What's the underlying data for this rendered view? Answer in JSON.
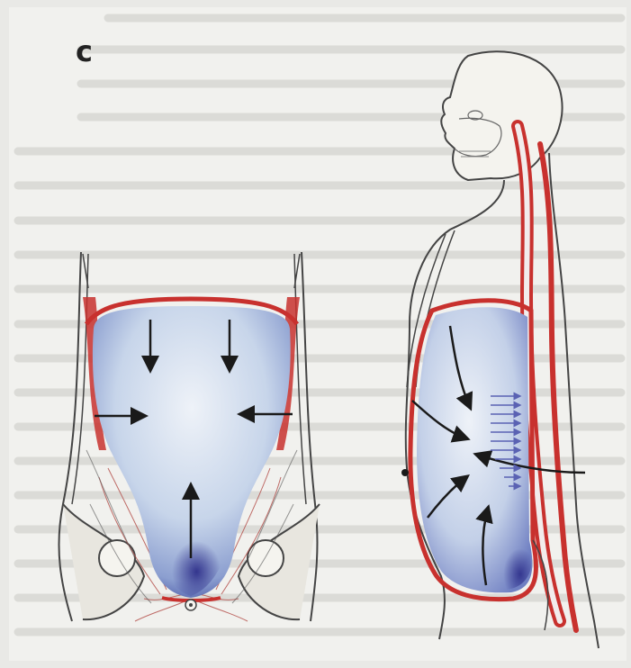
{
  "panel_label": "c",
  "figure": {
    "left_view": "front-view-abdomen-pressure-arrows",
    "right_view": "side-view-body-abdomen-spine"
  },
  "colors": {
    "page": "#f1f1ee",
    "cavity_fill": "#c9d6ea",
    "cavity_shadow": "#3b3f9a",
    "muscle_red": "#c8312e",
    "line": "#3a3a3a",
    "arrow": "#1a1a1a",
    "small_arrows": "#5a62b3"
  }
}
